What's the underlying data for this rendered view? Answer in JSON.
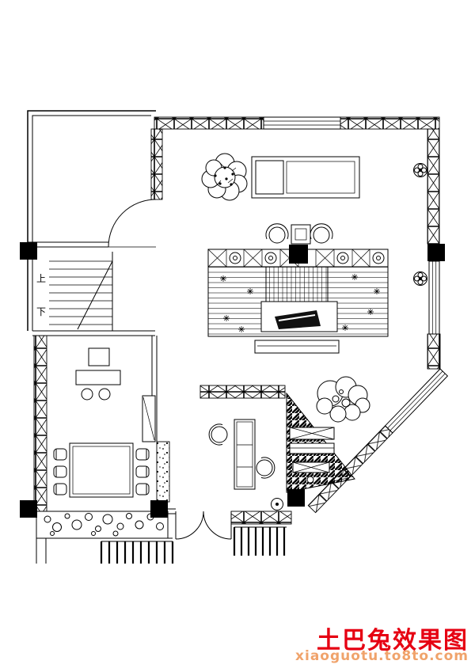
{
  "colors": {
    "line": "#000000",
    "background": "#ffffff",
    "column_fill": "#000000",
    "watermark_red": "#e60012",
    "watermark_orange": "#f0a36b"
  },
  "labels": {
    "stairs_up": "上",
    "stairs_down": "下"
  },
  "watermark": {
    "title": "土巴兔效果图",
    "url": "xiaoguotu.to8to.com"
  }
}
